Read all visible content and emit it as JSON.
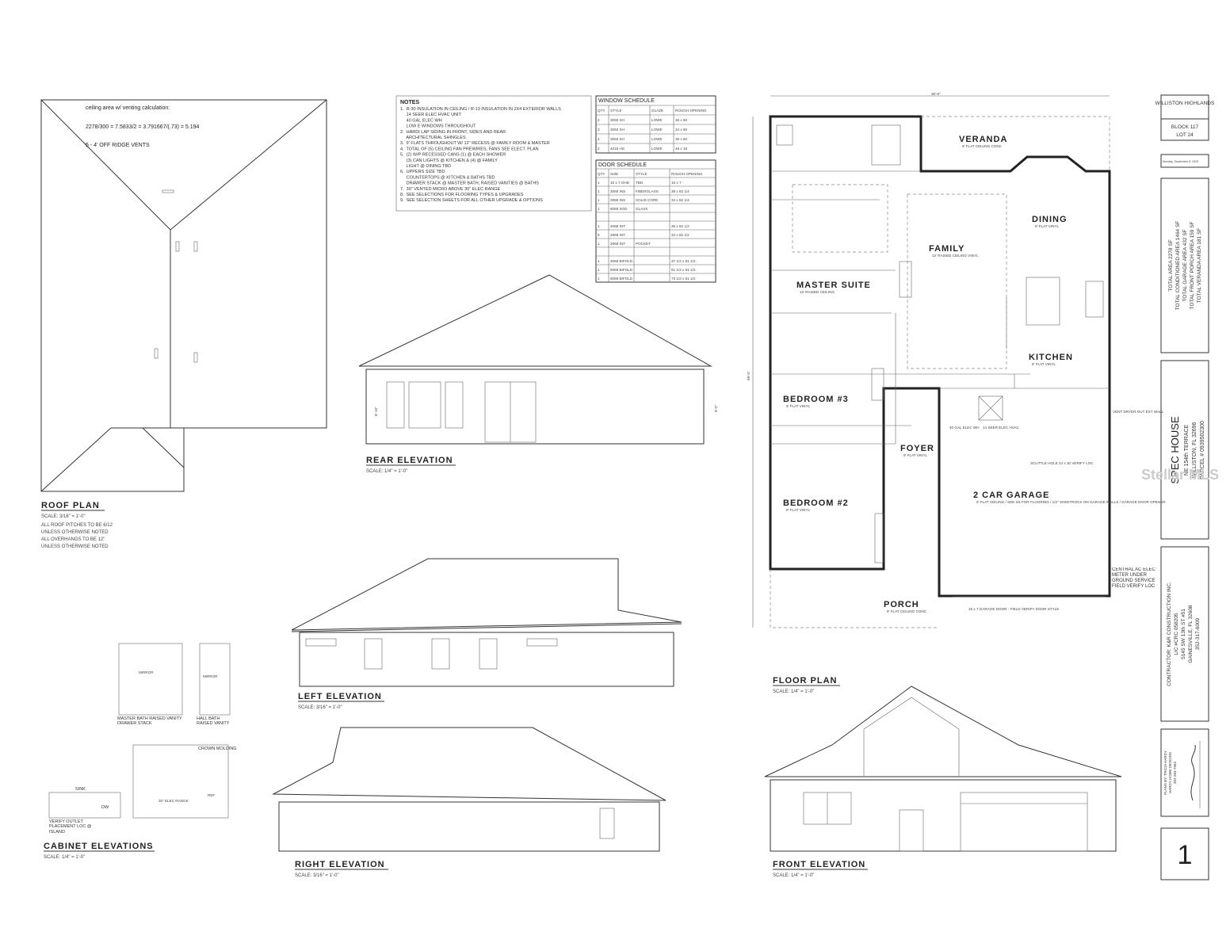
{
  "roof_plan": {
    "calc_title": "ceiling area w/ venting calculation:",
    "calc_formula": "2278/300 = 7.5833/2 = 3.791667/(.73) = 5.194",
    "vents": "5 - 4' OFF RIDGE VENTS",
    "title": "ROOF PLAN",
    "scale": "SCALE: 3/16\" = 1'-0\"",
    "notes": [
      "ALL ROOF PITCHES TO BE 6/12",
      "UNLESS OTHERWISE NOTED",
      "ALL OVERHANGS TO BE 12\"",
      "UNLESS OTHERWISE NOTED"
    ]
  },
  "notes": {
    "heading": "NOTES",
    "lines": [
      "1.  R-30 INSULATION IN CEILING / R-13 INSULATION IN 2X4 EXTERIOR WALLS",
      "     14 SEER ELEC HVAC UNIT",
      "     40 GAL ELEC WH",
      "     LOW E WINDOWS THROUGHOUT",
      "2.  HARDI LAP SIDING IN FRONT, SIDES AND REAR",
      "     ARCHITECTURAL SHINGLES",
      "3.  9' FLATS THROUGHOUT W/ 12\" RECESS @ FAMILY ROOM & MASTER",
      "4.  TOTAL OF (5) CEILING FAN PREWIRES, FANS SEE ELECT. PLAN",
      "5.  (2) W/P RECESSED CANS (1) @ EACH SHOWER",
      "     (3) CAN LIGHTS @ KITCHEN & (4) @ FAMILY",
      "     LIGHT @ DINING TBD",
      "6.  UPPERS SIZE TBD",
      "     COUNTERTOPS @ KITCHEN & BATHS TBD",
      "     DRAWER STACK @ MASTER BATH, RAISED VANITIES @ BATHS",
      "7.  30\" VENTED MICRO ABOVE 30\" ELEC RANGE",
      "8.  SEE SELECTIONS FOR FLOORING TYPES & UPGRADES",
      "9.  SEE SELECTION SHEETS FOR ALL OTHER UPGRADE & OPTIONS"
    ]
  },
  "window_schedule": {
    "title": "WINDOW SCHEDULE",
    "headers": [
      "QTY",
      "STYLE",
      "GLAZE",
      "ROUGH OPENING"
    ],
    "rows": [
      [
        "2",
        "3050 SH",
        "LOWE",
        "36 x 60"
      ],
      [
        "3",
        "3050 SH",
        "LOWE",
        "34 x 60"
      ],
      [
        "4",
        "3050 SH",
        "LOWE",
        "36 x 60"
      ],
      [
        "2",
        "4016 HS",
        "LOWE",
        "48 x 18"
      ]
    ]
  },
  "door_schedule": {
    "title": "DOOR SCHEDULE",
    "headers": [
      "QTY",
      "SIZE",
      "STYLE",
      "ROUGH OPENING"
    ],
    "rows": [
      [
        "1",
        "16 x 7 OHD",
        "TBD",
        "16 x 7"
      ],
      [
        "1",
        "3068 INS",
        "FIBERGLASS",
        "38 x 82 1/4"
      ],
      [
        "1",
        "2868 INS",
        "SOLID CORE",
        "34 x 82 1/4"
      ],
      [
        "1",
        "6068 SGD",
        "GLASS",
        ""
      ],
      [
        "",
        "",
        "",
        ""
      ],
      [
        "1",
        "2068 INT",
        "",
        "38 x 82 1/2"
      ],
      [
        "5",
        "2868 INT",
        "",
        "34 x 82 1/2"
      ],
      [
        "1",
        "2868 INT",
        "POCKET",
        ""
      ],
      [
        "",
        "",
        "",
        ""
      ],
      [
        "1",
        "3068 BIFOLD",
        "",
        "37 1/2 x 81 1/2"
      ],
      [
        "1",
        "5068 BIFOLD",
        "",
        "61 1/2 x 81 1/2"
      ],
      [
        "1",
        "6068 BIFOLD",
        "",
        "73 1/2 x 81 1/2"
      ]
    ]
  },
  "elevations": {
    "rear": {
      "title": "REAR ELEVATION",
      "scale": "SCALE: 1/4\" = 1'-0\""
    },
    "left": {
      "title": "LEFT ELEVATION",
      "scale": "SCALE: 3/16\" = 1'-0\""
    },
    "right": {
      "title": "RIGHT ELEVATION",
      "scale": "SCALE: 3/16\" = 1'-0\""
    },
    "front": {
      "title": "FRONT ELEVATION",
      "scale": "SCALE: 1/4\" = 1'-0\""
    },
    "cabinet": {
      "title": "CABINET ELEVATIONS",
      "scale": "SCALE: 1/4\" = 1'-0\"",
      "labels": [
        "MIRROR",
        "MIRROR",
        "MASTER BATH RAISED VANITY DRAWER STACK",
        "HALL BATH RAISED VANITY",
        "30\" ELEC RANGE",
        "DW",
        "SINK",
        "REF",
        "CROWN MOLDING",
        "VERIFY OUTLET PLACEMENT LOC @ ISLAND"
      ]
    },
    "wall_height": "9'-0\"",
    "window_height": "6'-10\""
  },
  "floor_plan": {
    "title": "FLOOR PLAN",
    "scale": "SCALE: 1/4\" = 1'-0\"",
    "overall_width": "35'-6\"",
    "overall_depth": "59'-0\"",
    "rooms": [
      {
        "name": "VERANDA",
        "note": "9' FLAT CEILING CONC"
      },
      {
        "name": "DINING",
        "note": "9' FLAT VINYL"
      },
      {
        "name": "FAMILY",
        "note": "12' RAISED CEILING VINYL"
      },
      {
        "name": "MASTER SUITE",
        "note": "12' RAISED CEILING"
      },
      {
        "name": "KITCHEN",
        "note": "9' FLAT VINYL"
      },
      {
        "name": "BEDROOM #3",
        "note": "9' FLAT VINYL"
      },
      {
        "name": "FOYER",
        "note": "9' FLAT VINYL"
      },
      {
        "name": "BEDROOM #2",
        "note": "9' FLAT VINYL"
      },
      {
        "name": "2 CAR GARAGE",
        "note": "9' FLAT CEILING / SEE SS FOR FLOORING / 1/2\" SHEETROCK ON GARAGE WALLS / GARAGE DOOR OPENER"
      },
      {
        "name": "PORCH",
        "note": "9' FLAT CEILING CONC"
      }
    ],
    "garage_door_note": "16 x 7 GARAGE DOOR - FIELD VERIFY DOOR STYLE",
    "callouts": [
      "40 GAL ELEC WH",
      "14 SEER ELEC HVAC",
      "VENT DRYER OUT EXT WALL",
      "CENTRAL AC ELEC METER UNDER GROUND SERVICE FIELD VERIFY LOC",
      "SCUTTLE HOLE 24 x 30 VERIFY LOC"
    ]
  },
  "title_block": {
    "subdivision": "WILLISTON HIGHLANDS",
    "block": "BLOCK 117",
    "lot": "LOT 24",
    "date": "Monday, September 8, 2025",
    "areas": [
      "TOTAL AREA 2278 SF",
      "TOTAL CONDITIONED AREA 1464 SF",
      "TOTAL GARAGE AREA 432 SF",
      "TOTAL FRONT PORCH AREA 159 SF",
      "TOTAL VERANDA AREA 181 SF"
    ],
    "project": "SPEC HOUSE",
    "street": "NE 154th TERRACE",
    "city": "WILLISTON, FL 32696",
    "parcel": "PARCEL # 0939502300",
    "contractor": [
      "CONTRACTOR: K&R CONSTRUCTION INC.",
      "LIC #CRC 058205",
      "5145 SW 13th ST #51",
      "GAINESVILLE, FL 32608",
      "352-317-6009"
    ],
    "planner": [
      "PLANS BY: TRICIA HARDY",
      "HARDY HOME DESIGNS",
      "352-284-7963"
    ],
    "sheet": "1"
  },
  "watermark": "Stellar MLS"
}
